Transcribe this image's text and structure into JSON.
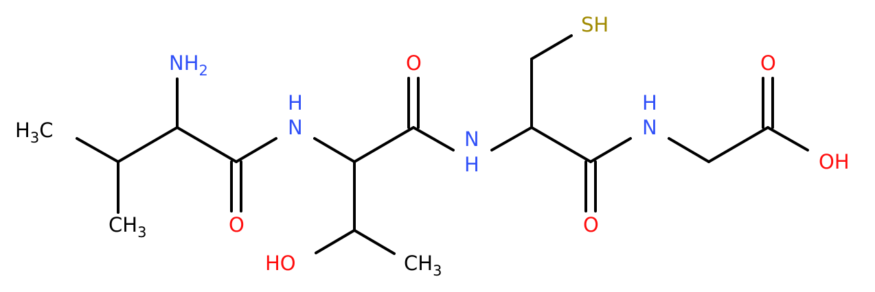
{
  "colors": {
    "carbon": "#000000",
    "nitrogen": "#3050F8",
    "oxygen": "#FF0D0D",
    "sulfur": "#A08A00"
  },
  "atoms": {
    "nh2": {
      "main": "NH",
      "sub": "2"
    },
    "h3c_left": {
      "main": "H",
      "sub": "3",
      "tail": "C"
    },
    "ch3_bottom_left": {
      "main": "CH",
      "sub": "3"
    },
    "nh_1": "N",
    "nh_1_h": "H",
    "o_carbonyl_1": "O",
    "oh_side": "HO",
    "ch3_mid": {
      "main": "CH",
      "sub": "3"
    },
    "o_carbonyl_2": "O",
    "nh_2": "N",
    "nh_2_h": "H",
    "sh": "SH",
    "o_carbonyl_3": "O",
    "nh_3": "N",
    "nh_3_h": "H",
    "o_acid": "O",
    "oh_acid": "OH"
  }
}
